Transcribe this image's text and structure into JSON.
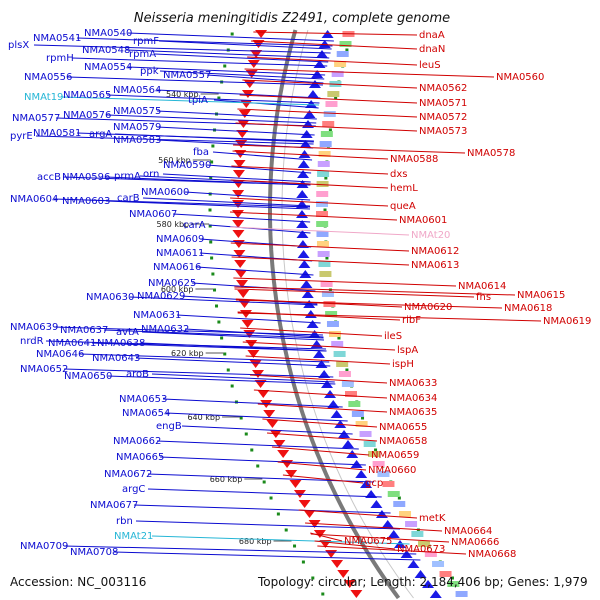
{
  "title": "Neisseria meningitidis Z2491, complete genome",
  "footer": {
    "accession": "Accession: NC_003116",
    "topology": "Topology: circular; Length: 2,184,406 bp; Genes: 1,979"
  },
  "colors": {
    "left_label": "#0b0bd0",
    "left_rna_label": "#25b6d6",
    "right_label": "#d00000",
    "right_rna_label": "#f0a8c8",
    "forward_arrow": "#1a1ae6",
    "reverse_arrow": "#ee1111",
    "backbone": "#7a7a7a",
    "tick_dot": "#1a8a1a"
  },
  "kbp_marks": [
    "540 kbp",
    "560 kbp",
    "580 kbp",
    "600 kbp",
    "620 kbp",
    "640 kbp",
    "660 kbp",
    "680 kbp"
  ],
  "left_labels": [
    "NMA0540",
    "rpmF",
    "NMA0541",
    "plsX",
    "NMA0548",
    "rpmA",
    "rpmH",
    "NMA0554",
    "ppk",
    "NMA0556",
    "NMA0557",
    "NMA0564",
    "tpiA",
    "NMAt19",
    "NMA0565",
    "NMA0575",
    "NMA0576",
    "NMA0577",
    "NMA0579",
    "argA",
    "pyrE",
    "NMA0581",
    "NMA0583",
    "fba",
    "NMA0590",
    "orn",
    "accB",
    "NMA0596",
    "prmA",
    "NMA0600",
    "NMA0604",
    "NMA0603",
    "carB",
    "NMA0607",
    "carA",
    "NMA0609",
    "NMA0611",
    "NMA0616",
    "NMA0625",
    "NMA0630",
    "NMA0629",
    "NMA0631",
    "NMA0632",
    "NMA0639",
    "NMA0637",
    "avtA",
    "nrdR",
    "NMA0641",
    "NMA0638",
    "NMA0646",
    "NMA0643",
    "NMA0652",
    "NMA0650",
    "aroB",
    "NMA0653",
    "NMA0654",
    "engB",
    "NMA0662",
    "NMA0665",
    "NMA0672",
    "argC",
    "NMA0677",
    "rbn",
    "NMAt21",
    "NMA0709",
    "NMA0708"
  ],
  "right_labels": [
    "dnaA",
    "dnaN",
    "leuS",
    "NMA0560",
    "NMA0562",
    "NMA0571",
    "NMA0572",
    "NMA0573",
    "NMA0578",
    "NMA0588",
    "dxs",
    "hemL",
    "queA",
    "NMA0601",
    "NMAt20",
    "NMA0612",
    "NMA0613",
    "NMA0614",
    "fhs",
    "NMA0615",
    "NMA0618",
    "NMA0620",
    "NMA0619",
    "ribF",
    "ileS",
    "lspA",
    "ispH",
    "NMA0633",
    "NMA0634",
    "NMA0635",
    "NMA0655",
    "NMA0658",
    "NMA0659",
    "NMA0660",
    "gcp",
    "metK",
    "NMA0664",
    "NMA0666",
    "NMA0668",
    "NMA0675",
    "NMA0673"
  ]
}
